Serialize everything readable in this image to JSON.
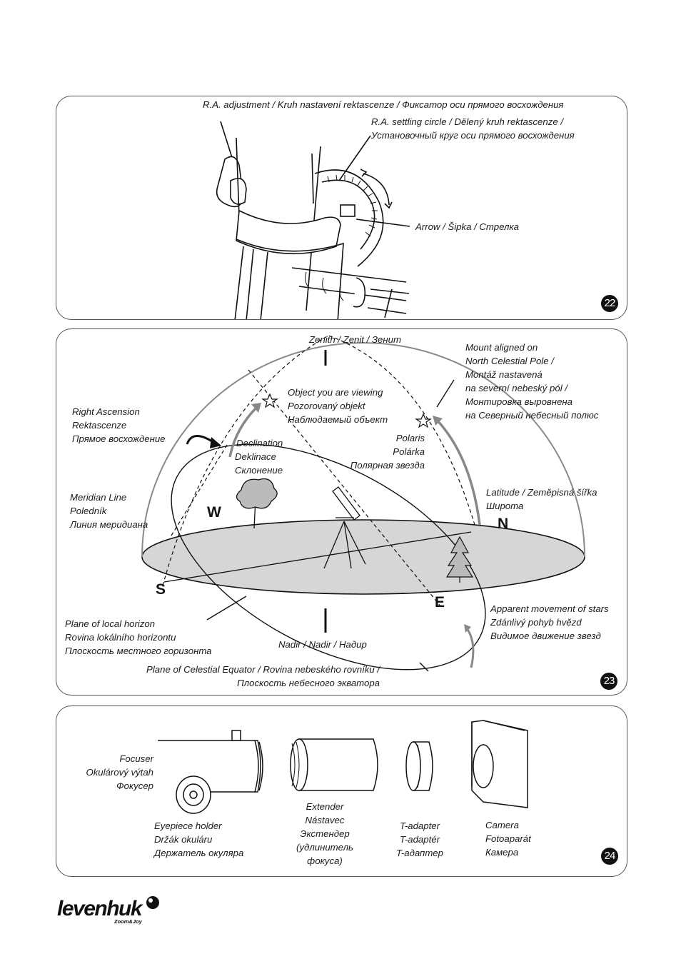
{
  "fig22": {
    "badge": "22",
    "ra_adjustment": "R.A. adjustment / Kruh nastavení rektascenze / Фиксатор оси прямого восхождения",
    "ra_settling": [
      "R.A. settling circle  / Dělený kruh rektascenze /",
      "Установочный круг оси прямого восхождения"
    ],
    "arrow": "Arrow  /  Šipka / Стрелка"
  },
  "fig23": {
    "badge": "23",
    "zenith": "Zenith / Zenit / Зенит",
    "mount_aligned": [
      "Mount aligned on",
      "North Celestial Pole /",
      "Montáž nastavená",
      "na severní nebeský pól /",
      "Монтировка выровнена",
      "на Северный небесный полюс"
    ],
    "object_viewing": [
      "Object you are viewing",
      "Pozorovaný objekt",
      "Наблюдаемый объект"
    ],
    "right_ascension": [
      "Right Ascension",
      "Rektascenze",
      "Прямое восхождение"
    ],
    "declination": [
      "Declination",
      "Deklinace",
      "Склонение"
    ],
    "polaris": [
      "Polaris",
      "Polárka",
      "Полярная звезда"
    ],
    "meridian": [
      "Meridian Line",
      "Poledník",
      "Линия меридиана"
    ],
    "latitude": [
      "Latitude / Zeměpisná šířka",
      "Широта"
    ],
    "cardinal_w": "W",
    "cardinal_n": "N",
    "cardinal_s": "S",
    "cardinal_e": "E",
    "apparent_movement": [
      "Apparent  movement of stars",
      "Zdánlivý pohyb hvězd",
      "Видимое движение звезд"
    ],
    "plane_horizon": [
      "Plane of local horizon",
      "Rovina lokálního horizontu",
      "Плоскость местного горизонта"
    ],
    "nadir": "Nadir / Nadir / Надир",
    "celestial_equator": [
      "Plane of Celestial Equator  /  Rovina nebeského rovníku  /",
      "Плоскость небесного экватора"
    ]
  },
  "fig24": {
    "badge": "24",
    "focuser": [
      "Focuser",
      "Okulárový výtah",
      "Фокусер"
    ],
    "eyepiece_holder": [
      "Eyepiece holder",
      "Držák okuláru",
      "Держатель окуляра"
    ],
    "extender": [
      "Extender",
      "Nástavec",
      "Экстендер",
      "(удлинитель",
      "фокуса)"
    ],
    "t_adapter": [
      "T-adapter",
      "T-adaptér",
      "T-адаптер"
    ],
    "camera": [
      "Camera",
      "Fotoaparát",
      "Камера"
    ]
  },
  "logo": {
    "word": "levenhuk",
    "sub": "Zoom&Joy"
  }
}
